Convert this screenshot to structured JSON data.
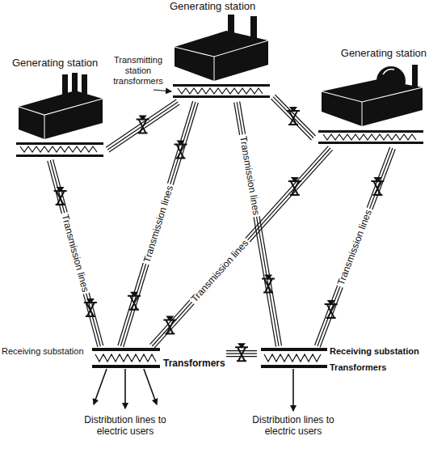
{
  "diagram": {
    "nodes": [
      {
        "text": [
          "Generating station"
        ]
      },
      {
        "text": [
          "Generating station"
        ]
      },
      {
        "text": [
          "Generating station"
        ]
      },
      {
        "text": [
          "Receiving substation",
          "Transformers"
        ]
      },
      {
        "text": [
          "Receiving substation",
          "Transformers"
        ]
      }
    ],
    "edges": [
      {
        "from": 0,
        "to": 1,
        "arrow": "none"
      },
      {
        "from": 0,
        "to": 3,
        "label": "Transmission lines",
        "arrow": "none"
      },
      {
        "from": 1,
        "to": 3,
        "label": "Transmission lines",
        "arrow": "none"
      },
      {
        "from": 1,
        "to": 4,
        "label": "Transmission lines",
        "arrow": "none"
      },
      {
        "from": 1,
        "to": 2,
        "arrow": "none"
      },
      {
        "from": 2,
        "to": 3,
        "label": "Transmission lines",
        "arrow": "none"
      },
      {
        "from": 2,
        "to": 4,
        "label": "Transmission lines",
        "arrow": "none"
      },
      {
        "from": 3,
        "to": 4,
        "arrow": "none"
      }
    ],
    "labels": [
      "Transmitting station transformers",
      "Distribution lines to electric users",
      "Distribution lines to electric users"
    ]
  }
}
